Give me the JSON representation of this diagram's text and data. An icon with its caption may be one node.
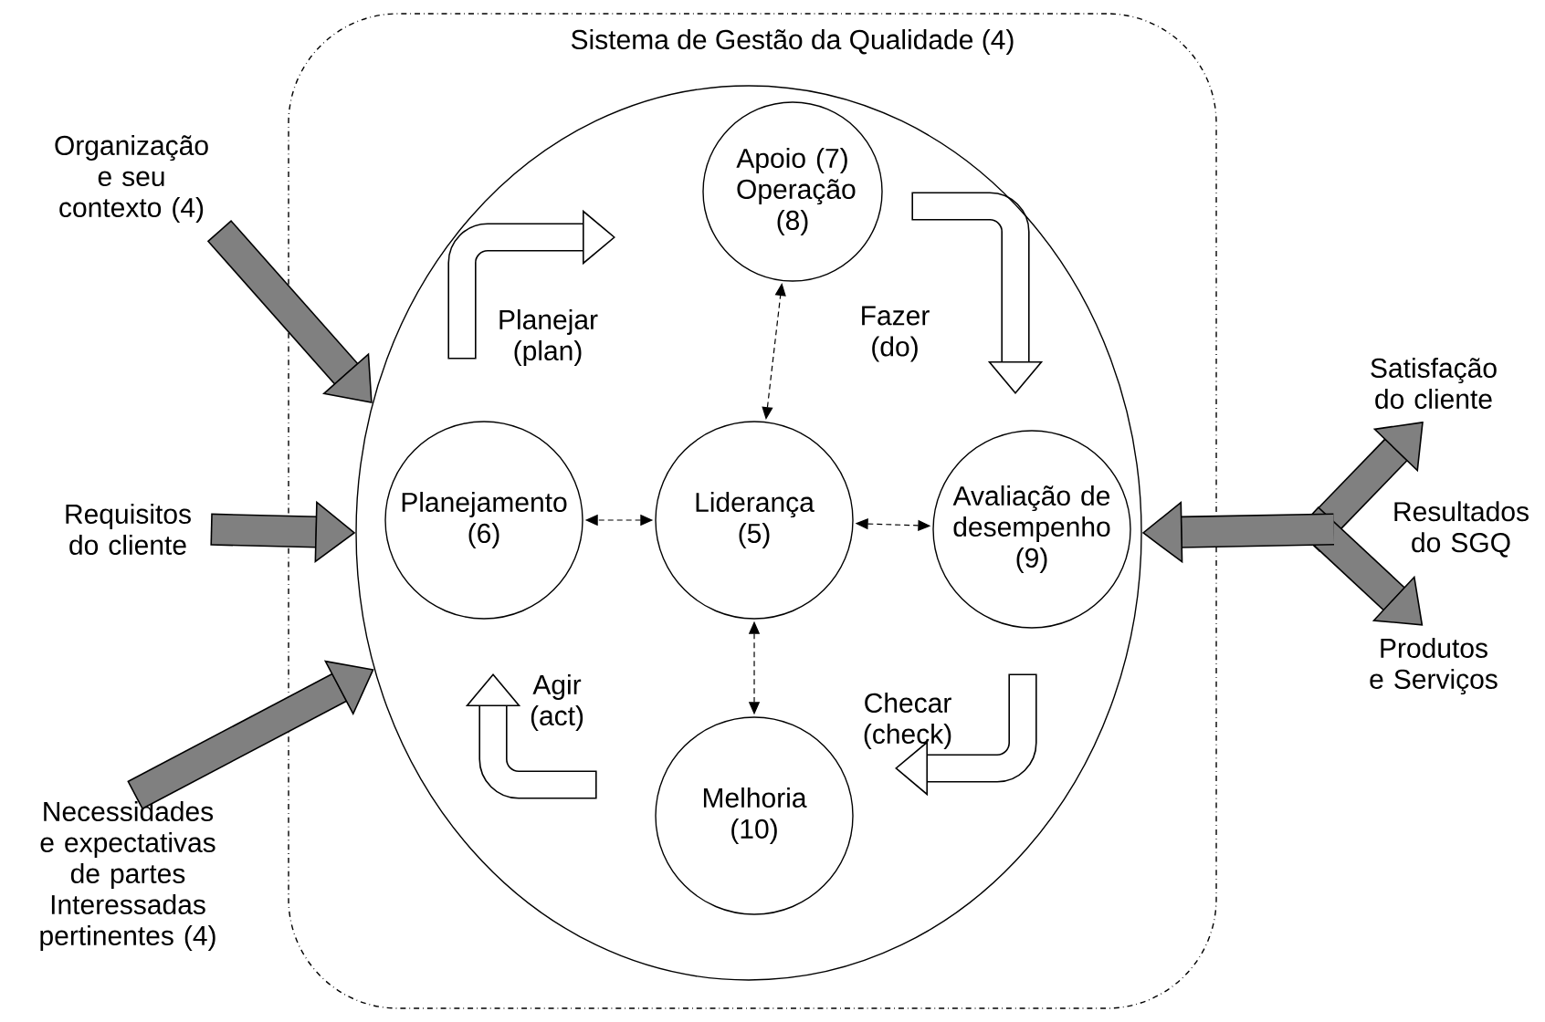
{
  "diagram": {
    "nodes": [
      {
        "text": [
          "Sistema de Gestão da Qualidade (4)"
        ]
      },
      {
        "text": [],
        "shape": "ellipse",
        "in": 0
      },
      {
        "text": [
          "Apoio (7)",
          "Operação (8)"
        ],
        "in": 1
      },
      {
        "text": [
          "Planejamento (6)"
        ],
        "in": 1
      },
      {
        "text": [
          "Liderança (5)"
        ],
        "in": 1
      },
      {
        "text": [
          "Avaliação de desempenho (9)"
        ],
        "in": 1
      },
      {
        "text": [
          "Melhoria (10)"
        ],
        "in": 1
      },
      {
        "text": [
          "Organização e seu contexto (4)"
        ]
      },
      {
        "text": [
          "Requisitos do cliente"
        ]
      },
      {
        "text": [
          "Necessidades e expectativas de partes Interessadas pertinentes (4)"
        ]
      },
      {
        "text": [
          "Satisfação do cliente"
        ]
      },
      {
        "text": [
          "Produtos e Serviços"
        ]
      }
    ],
    "edges": [
      {
        "from": 4,
        "to": 2,
        "arrow": "both",
        "style": "dashed"
      },
      {
        "from": 4,
        "to": 3,
        "arrow": "both",
        "style": "dashed"
      },
      {
        "from": 4,
        "to": 5,
        "arrow": "both",
        "style": "dashed"
      },
      {
        "from": 4,
        "to": 6,
        "arrow": "both",
        "style": "dashed"
      },
      {
        "from": 7,
        "to": 1,
        "arrow": "to"
      },
      {
        "from": 8,
        "to": 1,
        "arrow": "to"
      },
      {
        "from": 9,
        "to": 1,
        "arrow": "to"
      },
      {
        "from": 1,
        "to": 10,
        "arrow": "both"
      },
      {
        "from": 1,
        "to": 11,
        "arrow": "both"
      }
    ],
    "labels": [
      "Planejar (plan)",
      "Fazer (do)",
      "Resultados do SGQ",
      "Agir (act)",
      "Checar (check)"
    ]
  }
}
